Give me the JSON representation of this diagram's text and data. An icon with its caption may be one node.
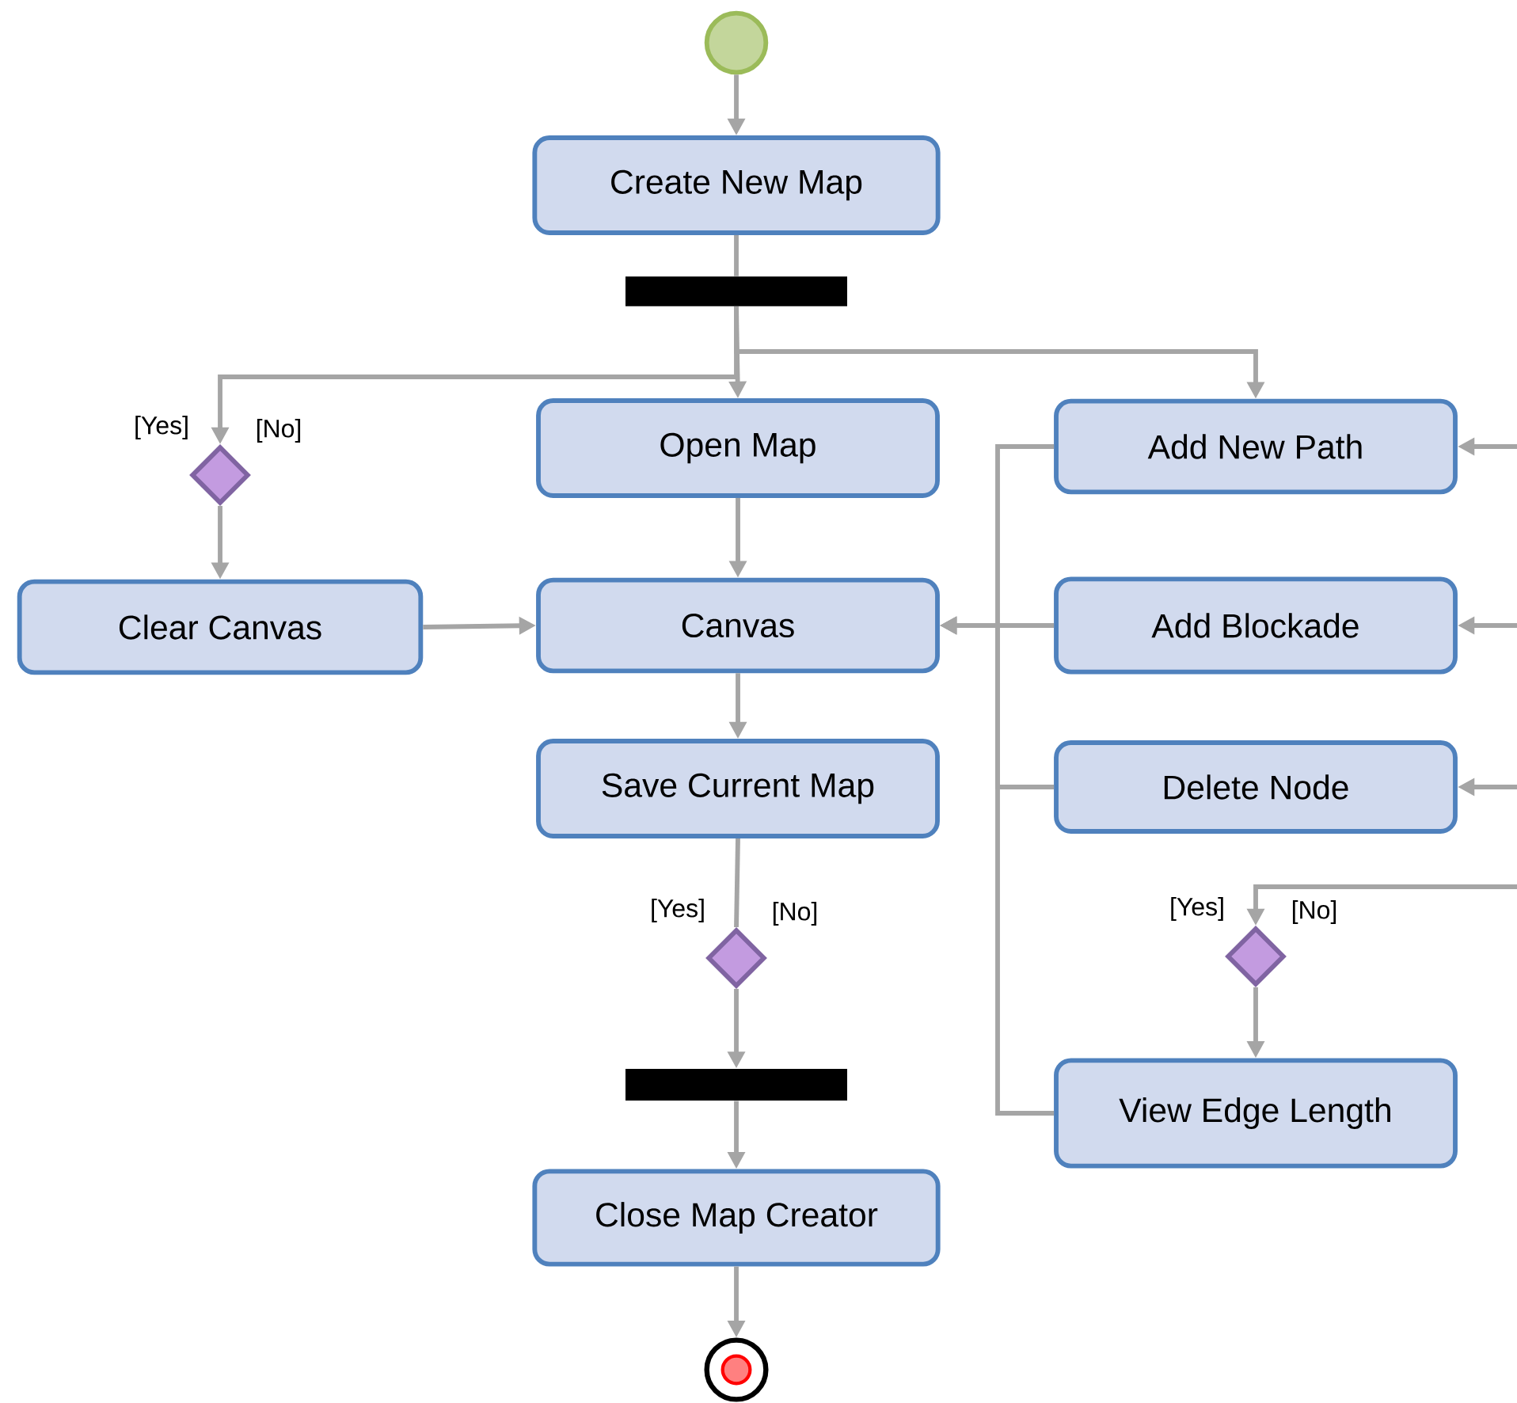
{
  "diagram": {
    "nodes": [
      {
        "text": [],
        "shape": "circle"
      },
      {
        "text": [
          "Create New Map"
        ]
      },
      {
        "text": [],
        "shape": "bar"
      },
      {
        "text": [],
        "shape": "diamond",
        "beside": [
          "[Yes]",
          "[No]"
        ]
      },
      {
        "text": [
          "Open Map"
        ]
      },
      {
        "text": [
          "Add New Path"
        ]
      },
      {
        "text": [
          "Clear Canvas"
        ]
      },
      {
        "text": [
          "Canvas"
        ]
      },
      {
        "text": [
          "Add Blockade"
        ]
      },
      {
        "text": [
          "Save Current Map"
        ]
      },
      {
        "text": [
          "Delete Node"
        ]
      },
      {
        "text": [],
        "shape": "diamond",
        "beside": [
          "[Yes]",
          "[No]"
        ]
      },
      {
        "text": [],
        "shape": "diamond",
        "beside": [
          "[Yes]",
          "[No]"
        ]
      },
      {
        "text": [],
        "shape": "bar"
      },
      {
        "text": [
          "View Edge Length"
        ]
      },
      {
        "text": [
          "Close Map Creator"
        ]
      },
      {
        "text": [],
        "shape": "circle"
      }
    ],
    "edges": [
      {
        "from": 0,
        "to": 1,
        "arrow": "to"
      },
      {
        "from": 1,
        "to": 2,
        "arrow": "none"
      },
      {
        "from": 2,
        "to": 4,
        "arrow": "to"
      },
      {
        "from": 2,
        "to": 3,
        "arrow": "to"
      },
      {
        "from": 2,
        "to": 5,
        "arrow": "to"
      },
      {
        "from": 3,
        "to": 6,
        "arrow": "to"
      },
      {
        "from": 4,
        "to": 7,
        "arrow": "to"
      },
      {
        "from": 6,
        "to": 7,
        "arrow": "to"
      },
      {
        "from": 5,
        "to": 7,
        "arrow": "to"
      },
      {
        "from": 8,
        "to": 7,
        "arrow": "to"
      },
      {
        "from": 10,
        "to": 7,
        "arrow": "to"
      },
      {
        "from": 14,
        "to": 7,
        "arrow": "to"
      },
      {
        "from": 7,
        "to": 9,
        "arrow": "to"
      },
      {
        "from": 9,
        "to": 11,
        "arrow": "none"
      },
      {
        "from": 11,
        "to": 13,
        "arrow": "to"
      },
      {
        "from": 13,
        "to": 15,
        "arrow": "to"
      },
      {
        "from": 15,
        "to": 16,
        "arrow": "to"
      },
      {
        "from": null,
        "to": 5,
        "arrow": "to"
      },
      {
        "from": null,
        "to": 8,
        "arrow": "to"
      },
      {
        "from": null,
        "to": 10,
        "arrow": "to"
      },
      {
        "from": null,
        "to": 12,
        "arrow": "to"
      },
      {
        "from": 12,
        "to": 14,
        "arrow": "to"
      }
    ]
  }
}
